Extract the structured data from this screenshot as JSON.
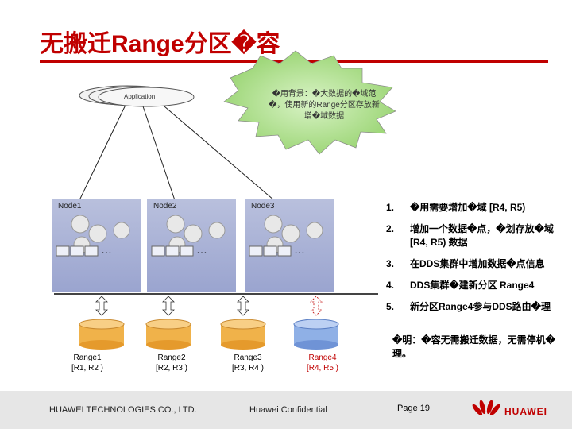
{
  "title": "无搬迁Range分区�容",
  "callout": "�用背景：�大数据的�域范�，使用新的Range分区存放新增�域数据",
  "application_label": "Application",
  "nodes": [
    {
      "label": "Node1"
    },
    {
      "label": "Node2"
    },
    {
      "label": "Node3"
    }
  ],
  "ellipsis": "…",
  "ranges": [
    {
      "label": "Range1\n[R1, R2 )",
      "color": "#f0b24a"
    },
    {
      "label": "Range2\n[R2, R3 )",
      "color": "#f0b24a"
    },
    {
      "label": "Range3\n[R3, R4 )",
      "color": "#f0b24a"
    },
    {
      "label": "Range4\n[R4, R5 )",
      "color": "#8fb0e6",
      "text_color": "#c00000"
    }
  ],
  "steps": [
    {
      "num": "1.",
      "text": "�用需要增加�域 [R4, R5)"
    },
    {
      "num": "2.",
      "text": "增加一个数据�点，�划存放�域[R4, R5) 数据"
    },
    {
      "num": "3.",
      "text": "在DDS集群中增加数据�点信息"
    },
    {
      "num": "4.",
      "text": "DDS集群�建新分区 Range4"
    },
    {
      "num": "5.",
      "text": "新分区Range4参与DDS路由�理"
    }
  ],
  "note": "�明：�容无需搬迁数据，无需停机�理。",
  "footer": {
    "company": "HUAWEI TECHNOLOGIES CO., LTD.",
    "confidential": "Huawei Confidential",
    "page": "Page 19",
    "logo": "HUAWEI"
  },
  "colors": {
    "title": "#c00000",
    "callout_fill": "#c2e6a8",
    "node_fill": "#a9b2d6"
  }
}
